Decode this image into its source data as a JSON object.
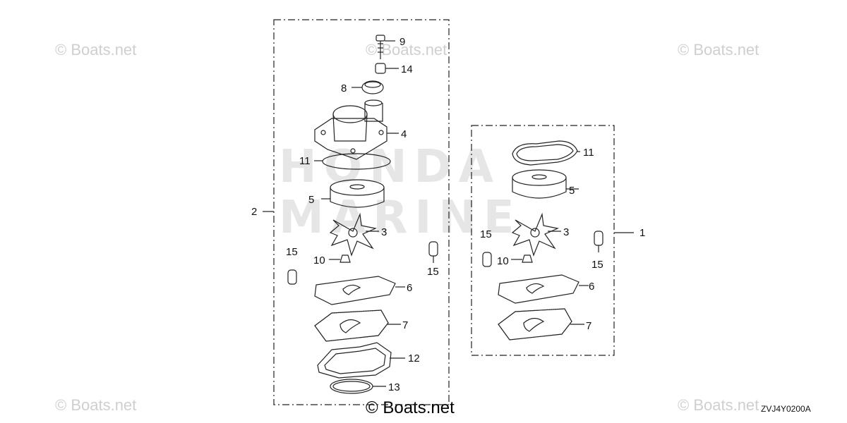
{
  "watermark": {
    "brand": "© Boats.net",
    "background_logo": [
      "HONDA",
      "MARINE"
    ]
  },
  "diagram_code": "ZVJ4Y0200A",
  "groups": [
    {
      "label": "2",
      "part_labels": [
        "9",
        "14",
        "8",
        "4",
        "11",
        "5",
        "3",
        "10",
        "15",
        "15",
        "6",
        "7",
        "12",
        "13"
      ]
    },
    {
      "label": "1",
      "part_labels": [
        "11",
        "5",
        "3",
        "15",
        "15",
        "10",
        "6",
        "7"
      ]
    }
  ],
  "colors": {
    "line": "#222222",
    "watermark": "#cfcfcf",
    "logo": "#e6e6e6"
  }
}
